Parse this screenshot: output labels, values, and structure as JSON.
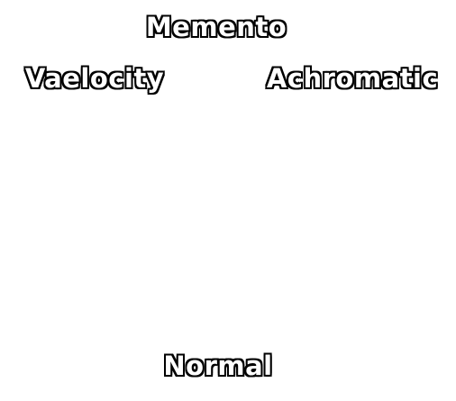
{
  "menu": {
    "options": {
      "top": "Memento",
      "left": "Vaelocity",
      "right": "Achromatic",
      "bottom": "Normal"
    }
  }
}
